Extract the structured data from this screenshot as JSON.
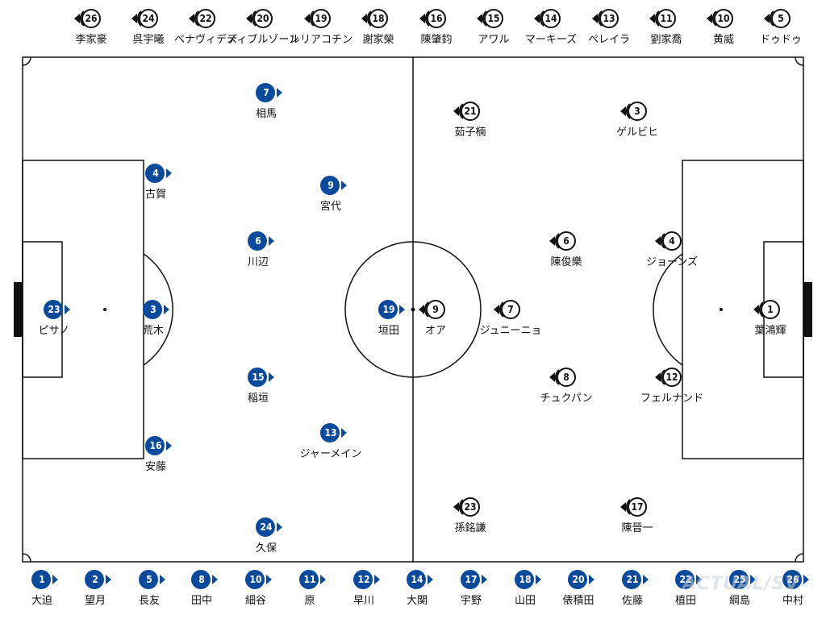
{
  "home_team": {
    "color": "#0a4a9c",
    "starters": [
      {
        "number": "23",
        "name": "ピサノ"
      },
      {
        "number": "3",
        "name": "荒木"
      },
      {
        "number": "4",
        "name": "古賀"
      },
      {
        "number": "16",
        "name": "安藤"
      },
      {
        "number": "6",
        "name": "川辺"
      },
      {
        "number": "15",
        "name": "稲垣"
      },
      {
        "number": "7",
        "name": "相馬"
      },
      {
        "number": "9",
        "name": "宮代"
      },
      {
        "number": "13",
        "name": "ジャーメイン"
      },
      {
        "number": "24",
        "name": "久保"
      },
      {
        "number": "19",
        "name": "垣田"
      }
    ],
    "bench": [
      {
        "number": "1",
        "name": "大迫"
      },
      {
        "number": "2",
        "name": "望月"
      },
      {
        "number": "5",
        "name": "長友"
      },
      {
        "number": "8",
        "name": "田中"
      },
      {
        "number": "10",
        "name": "細谷"
      },
      {
        "number": "11",
        "name": "原"
      },
      {
        "number": "12",
        "name": "早川"
      },
      {
        "number": "14",
        "name": "大関"
      },
      {
        "number": "17",
        "name": "宇野"
      },
      {
        "number": "18",
        "name": "山田"
      },
      {
        "number": "20",
        "name": "俵積田"
      },
      {
        "number": "21",
        "name": "佐藤"
      },
      {
        "number": "22",
        "name": "植田"
      },
      {
        "number": "25",
        "name": "綱島"
      },
      {
        "number": "26",
        "name": "中村"
      }
    ]
  },
  "away_team": {
    "color": "#111111",
    "starters": [
      {
        "number": "9",
        "name": "オア"
      },
      {
        "number": "7",
        "name": "ジュニーニョ"
      },
      {
        "number": "21",
        "name": "茹子楠"
      },
      {
        "number": "3",
        "name": "ゲルビヒ"
      },
      {
        "number": "6",
        "name": "陳俊樂"
      },
      {
        "number": "4",
        "name": "ジョーンズ"
      },
      {
        "number": "8",
        "name": "チュクパン"
      },
      {
        "number": "12",
        "name": "フェルナンド"
      },
      {
        "number": "23",
        "name": "孫銘謙"
      },
      {
        "number": "17",
        "name": "陳晉一"
      },
      {
        "number": "1",
        "name": "葉鴻輝"
      }
    ],
    "bench": [
      {
        "number": "26",
        "name": "李家豪"
      },
      {
        "number": "24",
        "name": "呉宇曦"
      },
      {
        "number": "22",
        "name": "ベナヴィデス"
      },
      {
        "number": "20",
        "name": "ディブルゾーン"
      },
      {
        "number": "19",
        "name": "ルリアコチン"
      },
      {
        "number": "18",
        "name": "謝家榮"
      },
      {
        "number": "16",
        "name": "陳肇鈞"
      },
      {
        "number": "15",
        "name": "アワル"
      },
      {
        "number": "14",
        "name": "マーキーズ"
      },
      {
        "number": "13",
        "name": "ペレイラ"
      },
      {
        "number": "11",
        "name": "劉家喬"
      },
      {
        "number": "10",
        "name": "黄威"
      },
      {
        "number": "5",
        "name": "ドゥドゥ"
      }
    ]
  },
  "watermark": "ACTUAL/SV"
}
